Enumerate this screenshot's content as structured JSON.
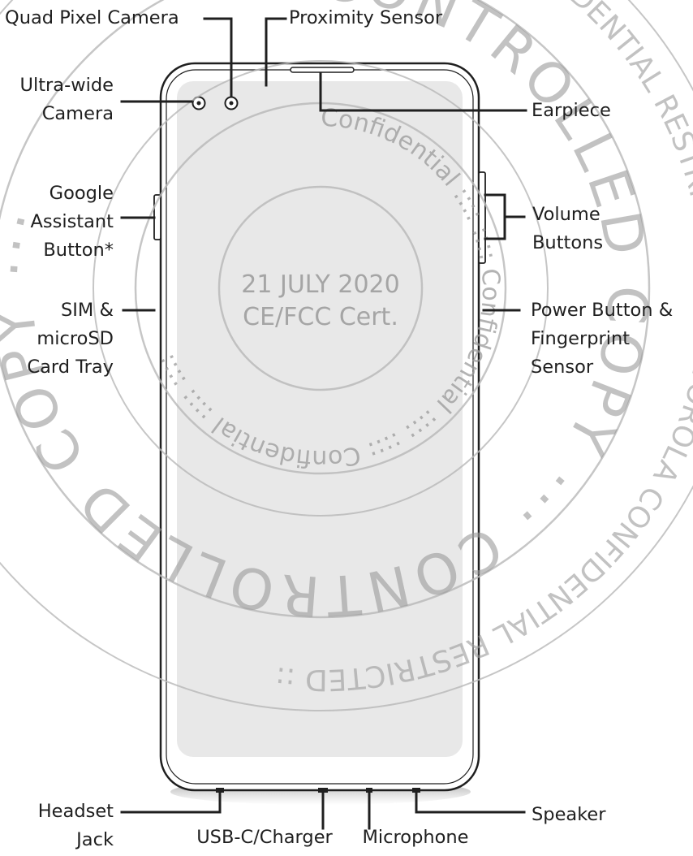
{
  "labels": {
    "quad_pixel_camera": "Quad Pixel Camera",
    "proximity_sensor": "Proximity Sensor",
    "ultra_wide_camera": [
      "Ultra-wide",
      "Camera"
    ],
    "earpiece": "Earpiece",
    "google_assistant_button": [
      "Google",
      "Assistant",
      "Button*"
    ],
    "volume_buttons": [
      "Volume",
      "Buttons"
    ],
    "sim_microsd_tray": [
      "SIM &",
      "microSD",
      "Card Tray"
    ],
    "power_fingerprint": [
      "Power Button &",
      "Fingerprint",
      "Sensor"
    ],
    "headset_jack": [
      "Headset",
      "Jack"
    ],
    "usb_c_charger": "USB-C/Charger",
    "microphone": "Microphone",
    "speaker": "Speaker"
  },
  "watermark": {
    "date": "21 JULY 2020",
    "cert": "CE/FCC Cert.",
    "inner_ring": "Confidential :::: :::: Confidential :::: :::: Confidential :::: :::: ",
    "middle_ring": "CONTROLLED COPY ··· CONTROLLED COPY ··· ",
    "outer_ring": "MOTOROLA CONFIDENTIAL RESTRICTED :: MOTOROLA CONFIDENTIAL RESTRICTED :: "
  },
  "colors": {
    "ink": "#1f1f1f",
    "screen": "#e8e8e8",
    "watermark": "#9a9a9a"
  }
}
